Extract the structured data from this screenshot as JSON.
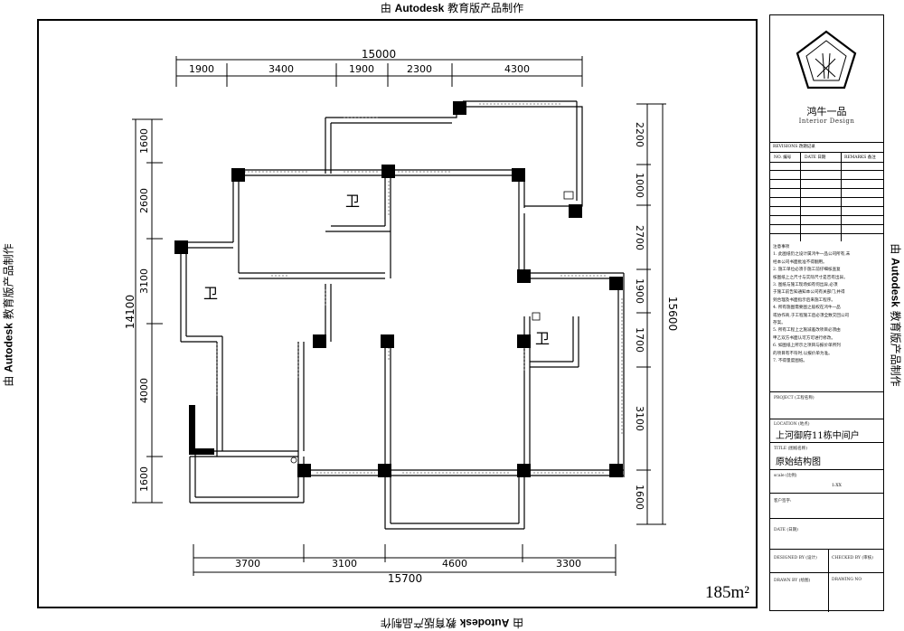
{
  "watermark": {
    "prefix": "由 ",
    "brand": "Autodesk",
    "suffix": " 教育版产品制作"
  },
  "dimensions": {
    "top_total": "15000",
    "top_segments": [
      "1900",
      "3400",
      "1900",
      "2300",
      "4300"
    ],
    "bottom_total": "15700",
    "bottom_segments": [
      "3700",
      "3100",
      "4600",
      "3300"
    ],
    "left_total": "14100",
    "left_segments": [
      "1600",
      "2600",
      "3100",
      "4000",
      "1600"
    ],
    "right_total": "15600",
    "right_segments": [
      "2200",
      "1000",
      "2700",
      "1900",
      "1700",
      "3100",
      "1600"
    ]
  },
  "rooms": {
    "bathroom_label": "卫"
  },
  "area": "185m²",
  "title_block": {
    "company_cn": "鸿牛一品",
    "company_en": "Interior Design",
    "revisions_label": "REVISIONS 改期记录",
    "rev_no": "NO. 编号",
    "rev_date": "DATE 日期",
    "rev_remarks": "REMARKS 备注",
    "notes": [
      "注意事项",
      "1. 此图纸仍之设计属鸿牛一品公司所有,未",
      "经本公司书面批准不得翻用。",
      "2. 施工单位必须于施工前仔细核查复",
      "核图纸上之尺寸与实际尺寸是否有出异。",
      "3. 图纸与施工现场如有何出异,必须",
      "于施工前告知通知本公司有关部门,并得",
      "到合理及书面指示后来施工程序。",
      "4. 所有施图需要图之般权在鸿牛一品",
      "或协作商,于工程施工后必须全数交回公司",
      "存案。",
      "5. 所有工程上之施减差改项目必须由",
      "甲乙双方书面认可方可进行修改。",
      "6. 如图纸上所示之项目与报价单所列",
      "的项目有不符时,以报价单为准。",
      "7. 不得量度图纸。"
    ],
    "project_label": "PROJECT (工程名称)",
    "location_label": "LOCATION (地点)",
    "location": "上河御府11栋中间户",
    "title_label": "TITLE (图纸名称)",
    "title": "原始结构图",
    "scale_label": "scale (比例)",
    "scale": "1:XX",
    "client_label": "客户签字:",
    "date_label": "DATE (日期)",
    "designed_label": "DESIGNED BY (设计)",
    "checked_label": "CHECKED BY (审核)",
    "drawn_label": "DRAWN BY (绘图)",
    "drawing_no_label": "DRAWING NO"
  }
}
